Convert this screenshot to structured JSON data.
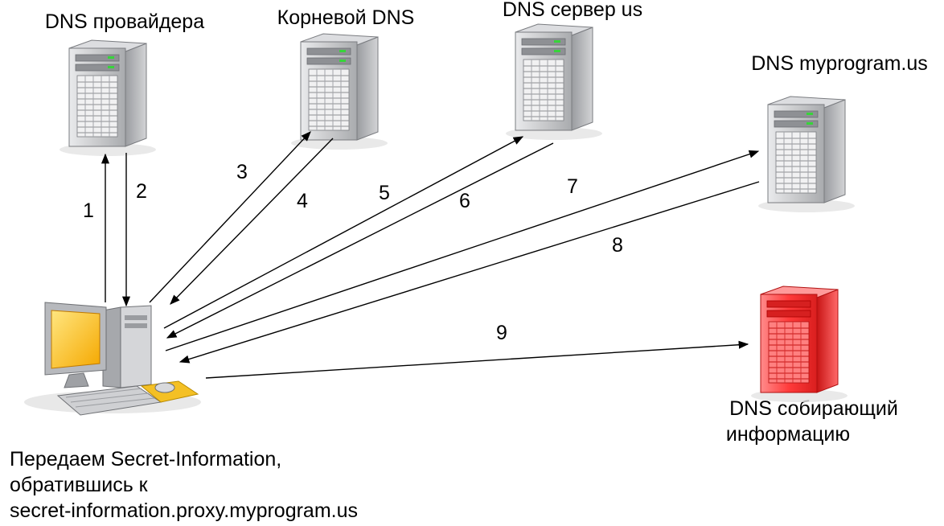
{
  "servers": {
    "provider": {
      "label": "DNS провайдера"
    },
    "root": {
      "label": "Корневой DNS"
    },
    "us": {
      "label": "DNS сервер us"
    },
    "myprogram": {
      "label": "DNS myprogram.us"
    },
    "collector": {
      "label_line1": "DNS собирающий",
      "label_line2": "информацию",
      "color": "#ff3b3b"
    }
  },
  "client": {
    "caption_line1": "Передаем Secret-Information,",
    "caption_line2": "обратившись к",
    "caption_line3": "secret-information.proxy.myprogram.us"
  },
  "steps": [
    "1",
    "2",
    "3",
    "4",
    "5",
    "6",
    "7",
    "8",
    "9"
  ],
  "colors": {
    "server_gray": "#c9cacc",
    "server_red": "#ff3b3b",
    "monitor_yellow": "#ffc200",
    "line": "#000000"
  }
}
